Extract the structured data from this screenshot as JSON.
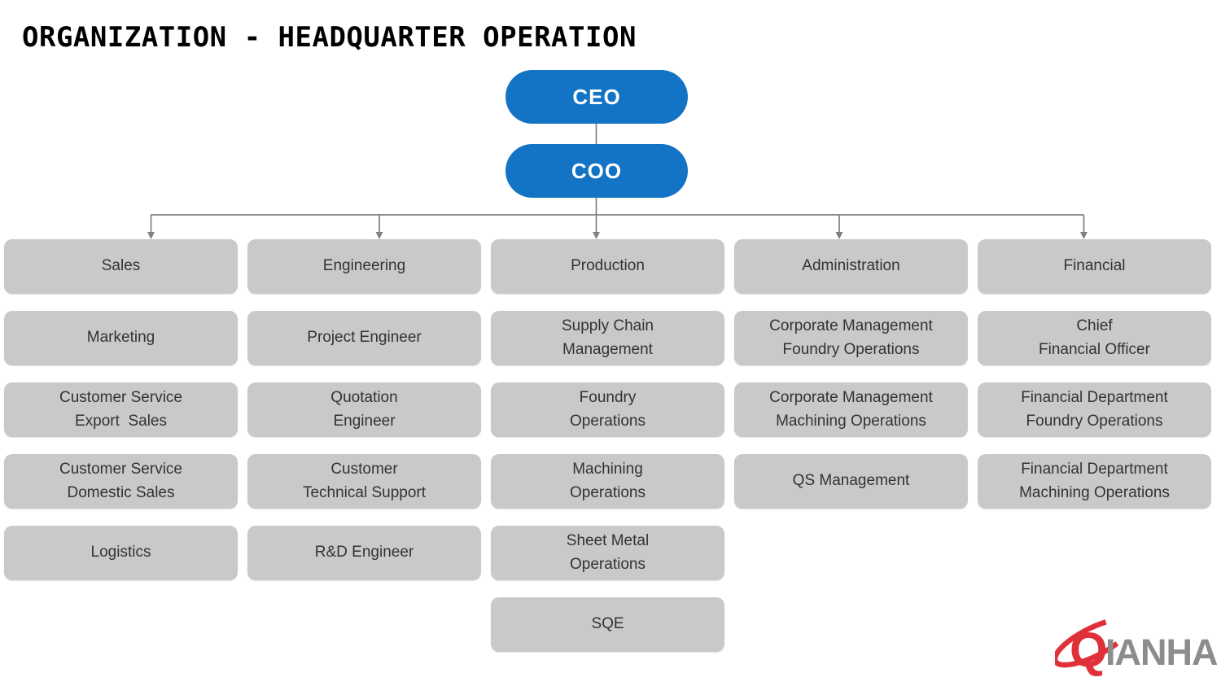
{
  "title": "ORGANIZATION - HEADQUARTER OPERATION",
  "executives": [
    {
      "label": "CEO"
    },
    {
      "label": "COO"
    }
  ],
  "columns": [
    {
      "header": "Sales",
      "items": [
        "Marketing",
        "Customer Service\nExport  Sales",
        "Customer Service\nDomestic Sales",
        "Logistics"
      ]
    },
    {
      "header": "Engineering",
      "items": [
        "Project Engineer",
        "Quotation\nEngineer",
        "Customer\nTechnical Support",
        "R&D Engineer"
      ]
    },
    {
      "header": "Production",
      "items": [
        "Supply Chain\nManagement",
        "Foundry\nOperations",
        "Machining\nOperations",
        "Sheet Metal\nOperations",
        "SQE"
      ]
    },
    {
      "header": "Administration",
      "items": [
        "Corporate Management\nFoundry Operations",
        "Corporate Management\nMachining Operations",
        "QS Management"
      ]
    },
    {
      "header": "Financial",
      "items": [
        "Chief\nFinancial Officer",
        "Financial Department\nFoundry Operations",
        "Financial Department\nMachining Operations"
      ]
    }
  ],
  "logo": {
    "name": "QIANHAO",
    "q": "Q",
    "rest": "IANHAO"
  },
  "colors": {
    "executive_blue": "#1373C4",
    "box_gray": "#C9C9C9",
    "connector_gray": "#808080",
    "logo_red": "#E0313A",
    "logo_gray": "#8C8C8C"
  }
}
